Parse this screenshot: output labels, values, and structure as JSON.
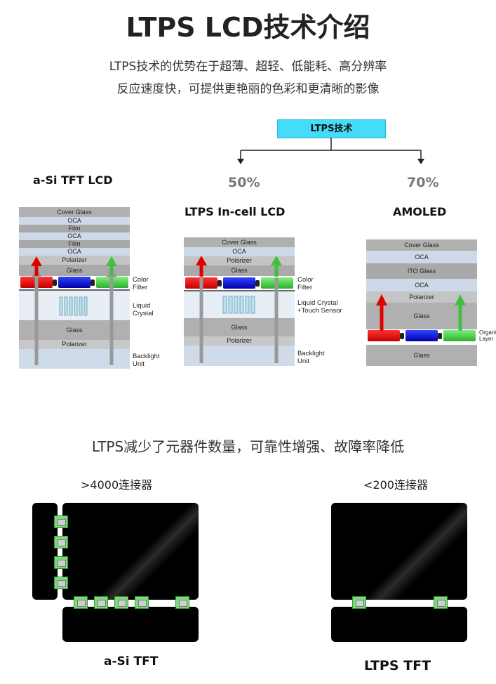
{
  "header": {
    "title": "LTPS LCD技术介绍",
    "subtitle_line1": "LTPS技术的优势在于超薄、超轻、低能耗、高分辨率",
    "subtitle_line2": "反应速度快，可提供更艳丽的色彩和更清晰的影像"
  },
  "diagram": {
    "ltps_box": "LTPS技术",
    "pct_left": "50%",
    "pct_right": "70%",
    "asi": {
      "title": "a-Si TFT LCD",
      "layers": [
        "Cover Glass",
        "OCA",
        "Film",
        "OCA",
        "Film",
        "OCA",
        "Polarizer",
        "Glass",
        "Glass",
        "Polarizer"
      ],
      "side_color_filter": "Color\nFilter",
      "side_liquid": "Liquid\nCrystal",
      "side_backlight": "Backlight\nUnit"
    },
    "incell": {
      "title": "LTPS In-cell LCD",
      "layers": [
        "Cover Glass",
        "OCA",
        "Polarizer",
        "Glass",
        "Glass",
        "Polarizer"
      ],
      "side_color_filter": "Color\nFilter",
      "side_liquid": "Liquid Crystal\n+Touch Sensor",
      "side_backlight": "Backlight\nUnit"
    },
    "amoled": {
      "title": "AMOLED",
      "layers": [
        "Cover Glass",
        "OCA",
        "ITO Glass",
        "OCA",
        "Polarizer",
        "Glass",
        "Glass"
      ],
      "side_organic": "Organic\nLayer"
    }
  },
  "section2": {
    "heading": "LTPS减少了元器件数量，可靠性增强、故障率降低",
    "left_conn": ">4000连接器",
    "right_conn": "<200连接器",
    "left_label": "a-Si TFT",
    "right_label": "LTPS TFT"
  }
}
